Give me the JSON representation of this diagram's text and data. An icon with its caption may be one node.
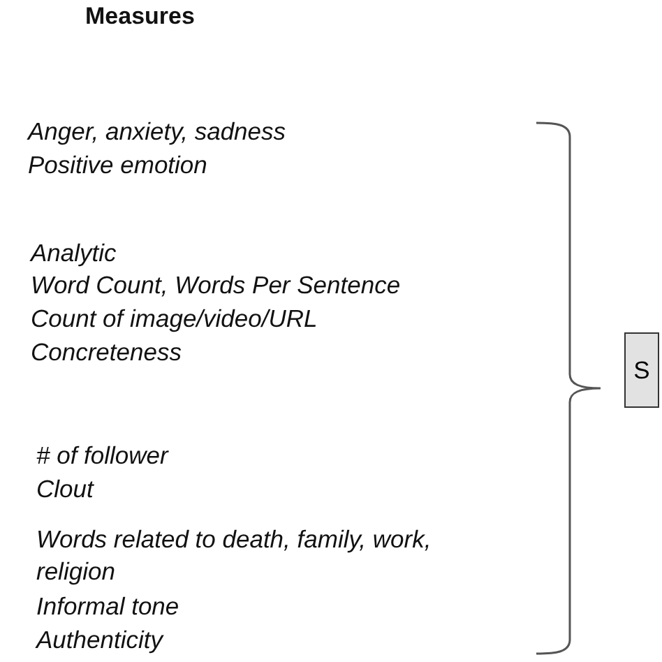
{
  "diagram": {
    "title": "Measures",
    "nodes": [
      {
        "text": [
          "S"
        ]
      }
    ],
    "labels": [
      "Anger, anxiety, sadness",
      "Positive emotion",
      "Analytic",
      "Word Count, Words Per Sentence",
      "Count of image/video/URL",
      "Concreteness",
      "# of follower",
      "Clout",
      "Words related to death, family, work, religion",
      "Informal tone",
      "Authenticity"
    ]
  }
}
